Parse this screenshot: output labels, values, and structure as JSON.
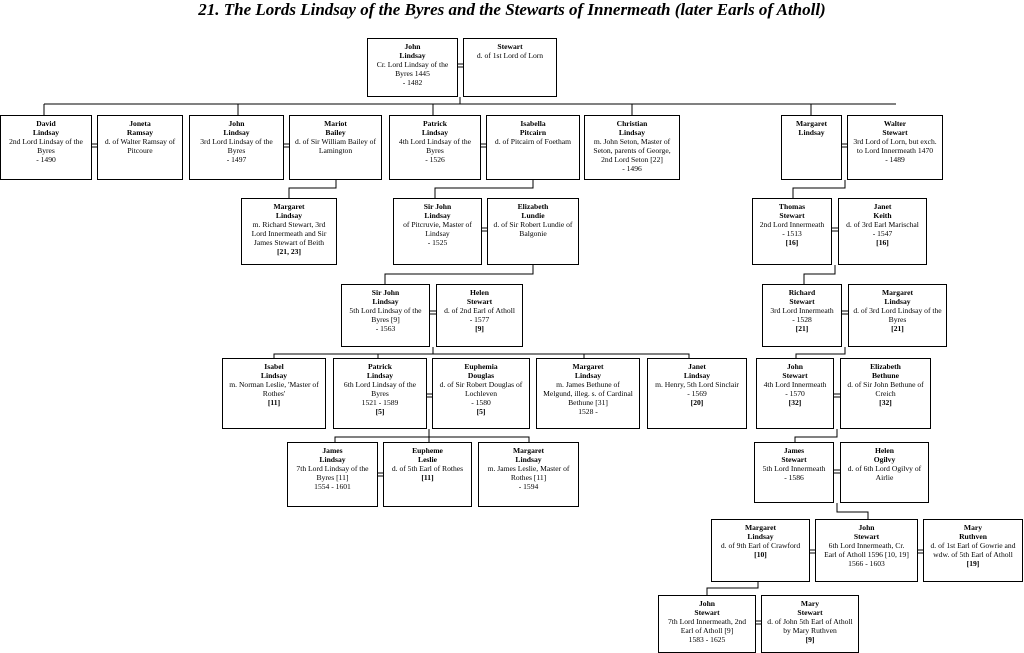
{
  "title": "21.  The Lords Lindsay of the Byres and the Stewarts of Innermeath (later Earls of Atholl)",
  "people": {
    "john1": {
      "name": [
        "John",
        "Lindsay"
      ],
      "lines": [
        "Cr. Lord Lindsay of the",
        "Byres 1445",
        "- 1482"
      ],
      "ref": ""
    },
    "stewart_lorn": {
      "name": [
        "Stewart"
      ],
      "lines": [
        "d. of 1st Lord of Lorn"
      ],
      "ref": ""
    },
    "david": {
      "name": [
        "David",
        "Lindsay"
      ],
      "lines": [
        "2nd Lord Lindsay of the",
        "Byres",
        "- 1490"
      ],
      "ref": ""
    },
    "joneta": {
      "name": [
        "Joneta",
        "Ramsay"
      ],
      "lines": [
        "d. of Walter Ramsay of",
        "Pitcoure"
      ],
      "ref": ""
    },
    "john3": {
      "name": [
        "John",
        "Lindsay"
      ],
      "lines": [
        "3rd Lord Lindsay of the",
        "Byres",
        "- 1497"
      ],
      "ref": ""
    },
    "mariot": {
      "name": [
        "Mariot",
        "Bailey"
      ],
      "lines": [
        "d. of Sir William Bailey of",
        "Lamington"
      ],
      "ref": ""
    },
    "patrick4": {
      "name": [
        "Patrick",
        "Lindsay"
      ],
      "lines": [
        "4th Lord Lindsay of the",
        "Byres",
        "- 1526"
      ],
      "ref": ""
    },
    "isabella": {
      "name": [
        "Isabella",
        "Pitcairn"
      ],
      "lines": [
        "d. of Pitcairn of Foetham"
      ],
      "ref": ""
    },
    "christian": {
      "name": [
        "Christian",
        "Lindsay"
      ],
      "lines": [
        "m. John Seton, Master of",
        "Seton, parents of George,",
        "2nd Lord Seton [22]",
        "- 1496"
      ],
      "ref": ""
    },
    "margaret_a": {
      "name": [
        "Margaret",
        "Lindsay"
      ],
      "lines": [],
      "ref": ""
    },
    "walter": {
      "name": [
        "Walter",
        "Stewart"
      ],
      "lines": [
        "3rd Lord of Lorn, but exch.",
        "to Lord Innermeath 1470",
        "- 1489"
      ],
      "ref": ""
    },
    "margaret_b": {
      "name": [
        "Margaret",
        "Lindsay"
      ],
      "lines": [
        "m. Richard Stewart, 3rd",
        "Lord Innermeath and Sir",
        "James Stewart of Beith"
      ],
      "ref": "[21, 23]"
    },
    "sirjohn_p": {
      "name": [
        "Sir John",
        "Lindsay"
      ],
      "lines": [
        "of Pitcruvie, Master of",
        "Lindsay",
        "- 1525"
      ],
      "ref": ""
    },
    "elizabeth_l": {
      "name": [
        "Elizabeth",
        "Lundie"
      ],
      "lines": [
        "d. of Sir Robert Lundie of",
        "Balgonie"
      ],
      "ref": ""
    },
    "thomas": {
      "name": [
        "Thomas",
        "Stewart"
      ],
      "lines": [
        "2nd Lord Innermeath",
        "- 1513"
      ],
      "ref": "[16]"
    },
    "janet_k": {
      "name": [
        "Janet",
        "Keith"
      ],
      "lines": [
        "d. of 3rd Earl Marischal",
        "- 1547"
      ],
      "ref": "[16]"
    },
    "sirjohn5": {
      "name": [
        "Sir John",
        "Lindsay"
      ],
      "lines": [
        "5th Lord Lindsay of the",
        "Byres [9]",
        "- 1563"
      ],
      "ref": ""
    },
    "helen_s": {
      "name": [
        "Helen",
        "Stewart"
      ],
      "lines": [
        "d. of 2nd Earl of Atholl",
        "- 1577"
      ],
      "ref": "[9]"
    },
    "richard": {
      "name": [
        "Richard",
        "Stewart"
      ],
      "lines": [
        "3rd Lord Innermeath",
        "- 1528"
      ],
      "ref": "[21]"
    },
    "margaret_c": {
      "name": [
        "Margaret",
        "Lindsay"
      ],
      "lines": [
        "d. of 3rd Lord Lindsay of the",
        "Byres"
      ],
      "ref": "[21]"
    },
    "isabel": {
      "name": [
        "Isabel",
        "Lindsay"
      ],
      "lines": [
        "m. Norman Leslie, 'Master of",
        "Rothes'"
      ],
      "ref": "[11]"
    },
    "patrick6": {
      "name": [
        "Patrick",
        "Lindsay"
      ],
      "lines": [
        "6th Lord Lindsay of the",
        "Byres",
        "1521 - 1589"
      ],
      "ref": "[5]"
    },
    "euphemia": {
      "name": [
        "Euphemia",
        "Douglas"
      ],
      "lines": [
        "d. of Sir Robert Douglas of",
        "Lochleven",
        "- 1580"
      ],
      "ref": "[5]"
    },
    "margaret_d": {
      "name": [
        "Margaret",
        "Lindsay"
      ],
      "lines": [
        "m. James Bethune of",
        "Melgund, illeg. s. of Cardinal",
        "Bethune [31]",
        "1528 -"
      ],
      "ref": ""
    },
    "janet_l": {
      "name": [
        "Janet",
        "Lindsay"
      ],
      "lines": [
        "m. Henry, 5th Lord Sinclair",
        "- 1569"
      ],
      "ref": "[20]"
    },
    "john4i": {
      "name": [
        "John",
        "Stewart"
      ],
      "lines": [
        "4th Lord Innermeath",
        "- 1570"
      ],
      "ref": "[32]"
    },
    "elizabeth_b": {
      "name": [
        "Elizabeth",
        "Bethune"
      ],
      "lines": [
        "d. of Sir John Bethune of",
        "Creich"
      ],
      "ref": "[32]"
    },
    "james7": {
      "name": [
        "James",
        "Lindsay"
      ],
      "lines": [
        "7th Lord Lindsay of the",
        "Byres [11]",
        "1554 - 1601"
      ],
      "ref": ""
    },
    "eupheme": {
      "name": [
        "Eupheme",
        "Leslie"
      ],
      "lines": [
        "d. of 5th Earl of Rothes"
      ],
      "ref": "[11]"
    },
    "margaret_e": {
      "name": [
        "Margaret",
        "Lindsay"
      ],
      "lines": [
        "m. James Leslie, Master of",
        "Rothes [11]",
        "- 1594"
      ],
      "ref": ""
    },
    "james5i": {
      "name": [
        "James",
        "Stewart"
      ],
      "lines": [
        "5th Lord Innermeath",
        "- 1586"
      ],
      "ref": ""
    },
    "helen_o": {
      "name": [
        "Helen",
        "Ogilvy"
      ],
      "lines": [
        "d. of 6th Lord Ogilvy of",
        "Airlie"
      ],
      "ref": ""
    },
    "margaret_f": {
      "name": [
        "Margaret",
        "Lindsay"
      ],
      "lines": [
        "d. of 9th Earl of Crawford"
      ],
      "ref": "[10]"
    },
    "john6i": {
      "name": [
        "John",
        "Stewart"
      ],
      "lines": [
        "6th Lord Innermeath, Cr.",
        "Earl of Atholl 1596 [10, 19]",
        "1566 - 1603"
      ],
      "ref": ""
    },
    "mary_r": {
      "name": [
        "Mary",
        "Ruthven"
      ],
      "lines": [
        "d. of 1st Earl of Gowrie and",
        "wdw. of 5th Earl of Atholl"
      ],
      "ref": "[19]"
    },
    "john7i": {
      "name": [
        "John",
        "Stewart"
      ],
      "lines": [
        "7th Lord Innermeath, 2nd",
        "Earl of Atholl [9]",
        "1583 - 1625"
      ],
      "ref": ""
    },
    "mary_s": {
      "name": [
        "Mary",
        "Stewart"
      ],
      "lines": [
        "d. of John 5th Earl of Atholl",
        "by Mary Ruthven"
      ],
      "ref": "[9]"
    }
  }
}
